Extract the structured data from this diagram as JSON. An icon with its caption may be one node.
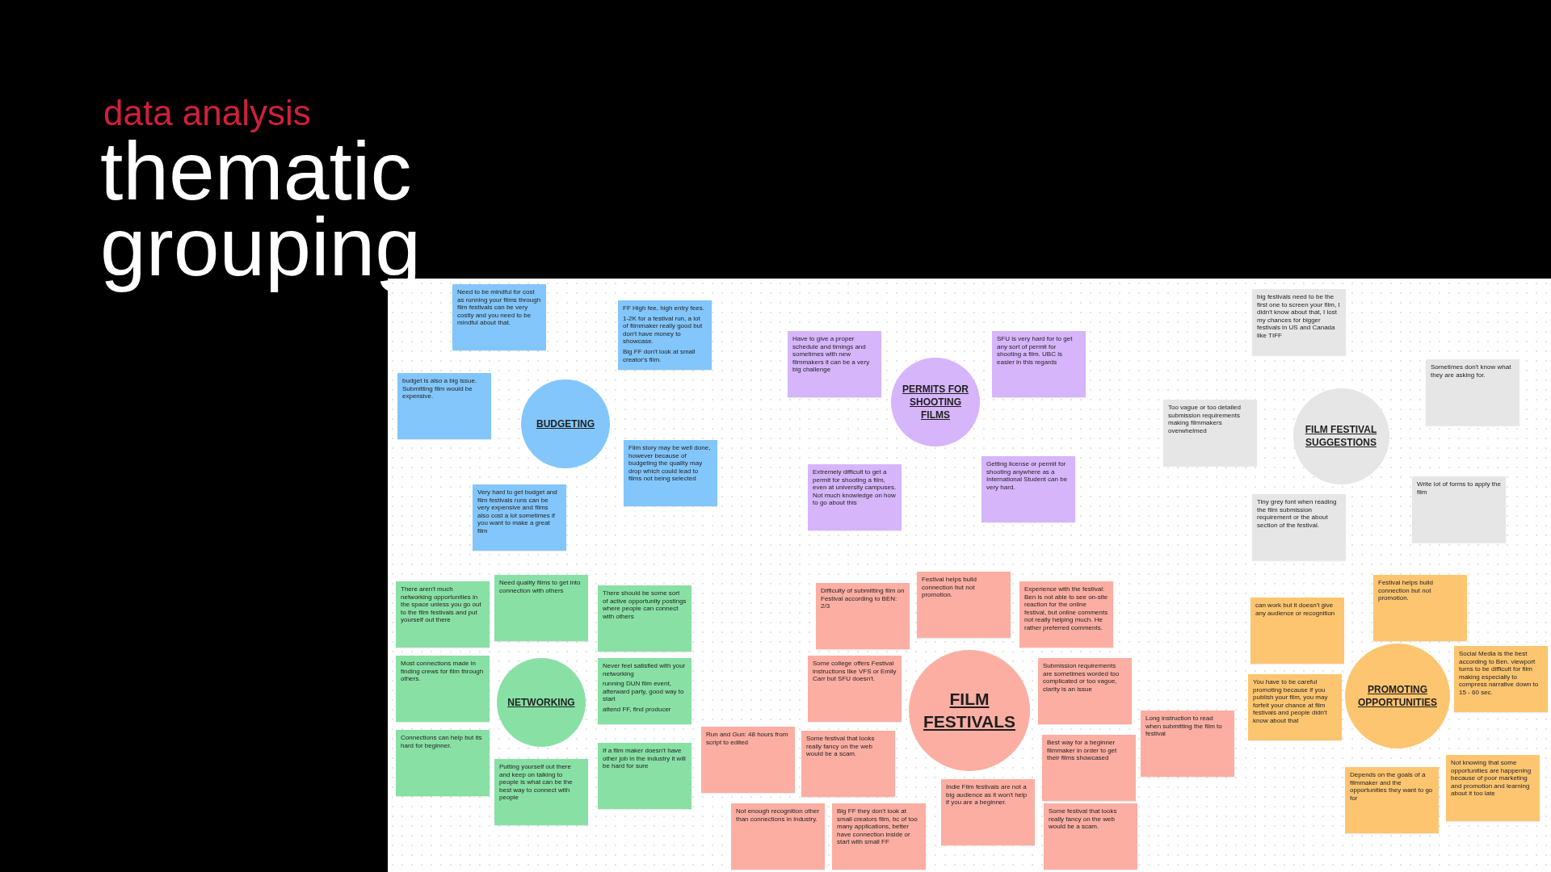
{
  "diagram": {
    "title": "thematic grouping",
    "labels": [
      "data analysis"
    ],
    "nodes": [
      {
        "text": [
          "BUDGETING"
        ]
      },
      {
        "text": [
          "Need to be mindful for cost as running your films through film festivals can be very costly and you need to be mindful about that."
        ]
      },
      {
        "text": [
          "FF High fee, high entry fees.",
          "1-2K for a festival run, a lot of filmmaker really good but don't have money to showcase.",
          "Big FF don't look at small creator's film."
        ]
      },
      {
        "text": [
          "budget is also a big issue. Submitting film would be expensive."
        ]
      },
      {
        "text": [
          "Film story may be well done, however because of budgeting the quality may drop which could lead to films not being selected"
        ]
      },
      {
        "text": [
          "Very hard to get budget and film festivals runs can be very expensive and films also cost a lot sometimes if you want to make a great film"
        ]
      },
      {
        "text": [
          "PERMITS FOR SHOOTING FILMS"
        ]
      },
      {
        "text": [
          "Have to give a proper schedule and timings and sometimes with new filmmakers it can be a very big challenge"
        ]
      },
      {
        "text": [
          "SFU is very hard for to get any sort of permit for shooting a film. UBC is easier in this regards"
        ]
      },
      {
        "text": [
          "Getting license or permit for shooting anywhere as a International Student can be very hard."
        ]
      },
      {
        "text": [
          "Extremely difficult to get a permit for shooting a film, even at university campuses. Not much knowledge on how to go about this"
        ]
      },
      {
        "text": [
          "FILM FESTIVAL SUGGESTIONS"
        ]
      },
      {
        "text": [
          "big festivals need to be the first one to screen your film, I didn't know about that, I lost my chances for bigger festivals in US and Canada like TIFF"
        ]
      },
      {
        "text": [
          "Sometimes don't know what they are asking for."
        ]
      },
      {
        "text": [
          "Too vague or too detailed submission requirements making filmmakers overwhelmed"
        ]
      },
      {
        "text": [
          "Write lot of forms to apply the film"
        ]
      },
      {
        "text": [
          "Tiny grey font when reading the film submission requirement or the about section of the festival."
        ]
      },
      {
        "text": [
          "NETWORKING"
        ]
      },
      {
        "text": [
          "Need quality films to get into connection with others"
        ]
      },
      {
        "text": [
          "There aren't much networking opportunities in the space unless you go out to the film festivals and put yourself out there"
        ]
      },
      {
        "text": [
          "There should be some sort of active opportunity postings where people can connect with others"
        ]
      },
      {
        "text": [
          "Most connections made in finding crews for film through others."
        ]
      },
      {
        "text": [
          "Never feel satisfied with your networking",
          "running DUN film event, afterward party, good way to start",
          "attend FF, find producer"
        ]
      },
      {
        "text": [
          "Connections can help but its hard for beginner."
        ]
      },
      {
        "text": [
          "If a film maker doesn't have other job in the industry it will be hard for sure"
        ]
      },
      {
        "text": [
          "Putting yourself out there and keep on talking to people is what can be the best way to connect with people"
        ]
      },
      {
        "text": [
          "FILM FESTIVALS"
        ]
      },
      {
        "text": [
          "Festival helps build connection but not promotion."
        ]
      },
      {
        "text": [
          "Difficulty of submitting film on Festival according to BEN: 2/3"
        ]
      },
      {
        "text": [
          "Experience with the festival: Ben is not able to see on-site reaction for the online festival, but online comments not really helping much. He rather preferred comments."
        ]
      },
      {
        "text": [
          "Some college offers Festival instructions like VFS or Emily Carr but SFU doesn't."
        ]
      },
      {
        "text": [
          "Submission requirements are sometimes worded too complicated or too vague, clarity is an issue"
        ]
      },
      {
        "text": [
          "Run and Gun: 48 hours from script to edited"
        ]
      },
      {
        "text": [
          "Long instruction to read when submitting the film to festival"
        ]
      },
      {
        "text": [
          "Some festival that looks really fancy on the web would be a scam."
        ]
      },
      {
        "text": [
          "Best way for a beginner filmmaker in order to get their films showcased"
        ]
      },
      {
        "text": [
          "Indie Film festivals are not a big audience as it won't help if you are a beginner."
        ]
      },
      {
        "text": [
          "Not enough recognition other than connections in industry."
        ]
      },
      {
        "text": [
          "Big FF they don't look at small creators film, bc of too many applications, better have connection inside or start with small FF"
        ]
      },
      {
        "text": [
          "Some festival that looks really fancy on the web would be a scam."
        ]
      },
      {
        "text": [
          "PROMOTING OPPORTUNITIES"
        ]
      },
      {
        "text": [
          "Festival helps build connection but not promotion."
        ]
      },
      {
        "text": [
          "can work but it doesn't give any audience or recognition"
        ]
      },
      {
        "text": [
          "Social Media is the best according to Ben. viewport turns to be difficult for film making especially to compress narrative down to 15 - 60 sec."
        ]
      },
      {
        "text": [
          "You have to be careful promoting because if you publish your film, you may forfeit your chance at film festivals and people didn't know about that"
        ]
      },
      {
        "text": [
          "Not knowing that some opportunities are happening because of poor marketing and promotion and learning about it too late"
        ]
      },
      {
        "text": [
          "Depends on the goals of a filmmaker and the opportunities they want to go for"
        ]
      }
    ],
    "edges": []
  }
}
